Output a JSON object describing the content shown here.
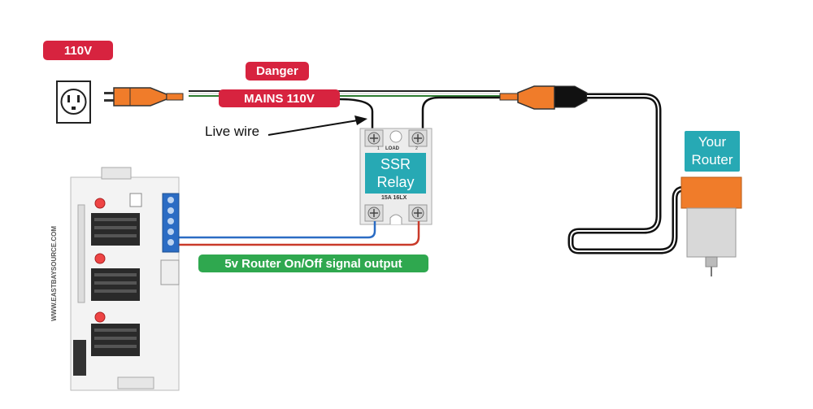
{
  "labels": {
    "supply_voltage": "110V",
    "danger": "Danger",
    "mains": "MAINS 110V",
    "live_wire": "Live wire",
    "signal_output": "5v  Router On/Off signal output",
    "router_line1": "Your",
    "router_line2": "Router"
  },
  "ssr": {
    "line1": "SSR",
    "line2": "Relay",
    "load": "LOAD",
    "terminal1": "1",
    "terminal2": "2",
    "model": "15A 16LX"
  },
  "board": {
    "text": "WWW.EASTBAYSOURCE.COM"
  },
  "colors": {
    "danger_red": "#d7233f",
    "signal_green": "#2fa84f",
    "teal": "#27a9b4",
    "plug_orange": "#f07c2a",
    "wire_blue": "#2b6cc4",
    "wire_red": "#c93a2a",
    "wire_green": "#2e7d32"
  }
}
